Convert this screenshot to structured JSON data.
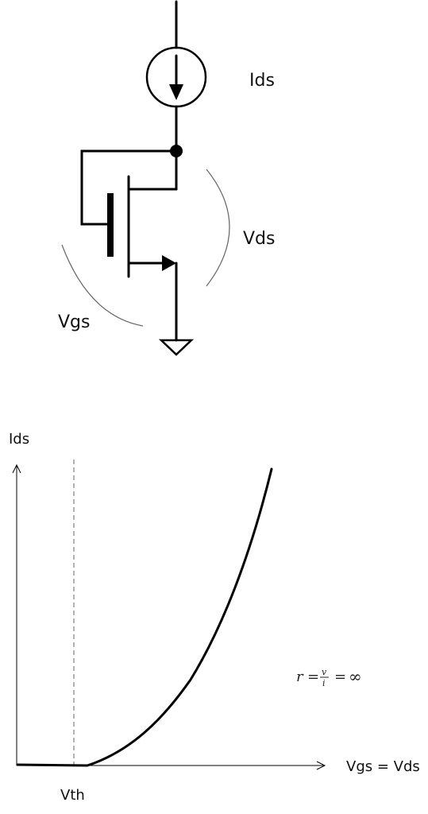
{
  "circuit": {
    "current_source_label": "Ids",
    "drain_source_label": "Vds",
    "gate_source_label": "Vgs"
  },
  "graph": {
    "y_axis_label": "Ids",
    "x_axis_label": "Vgs = Vds",
    "threshold_label": "Vth",
    "equation": {
      "r": "r",
      "eq1": "=",
      "v": "v",
      "i": "i",
      "eq2": "=",
      "inf": "∞"
    }
  },
  "colors": {
    "stroke": "#000000",
    "thin_arc": "#666666",
    "dashed": "#888888"
  },
  "icons": {
    "current_source": "current-source-symbol",
    "transistor": "nmos-transistor-symbol",
    "ground": "ground-symbol",
    "junction": "junction-dot"
  }
}
